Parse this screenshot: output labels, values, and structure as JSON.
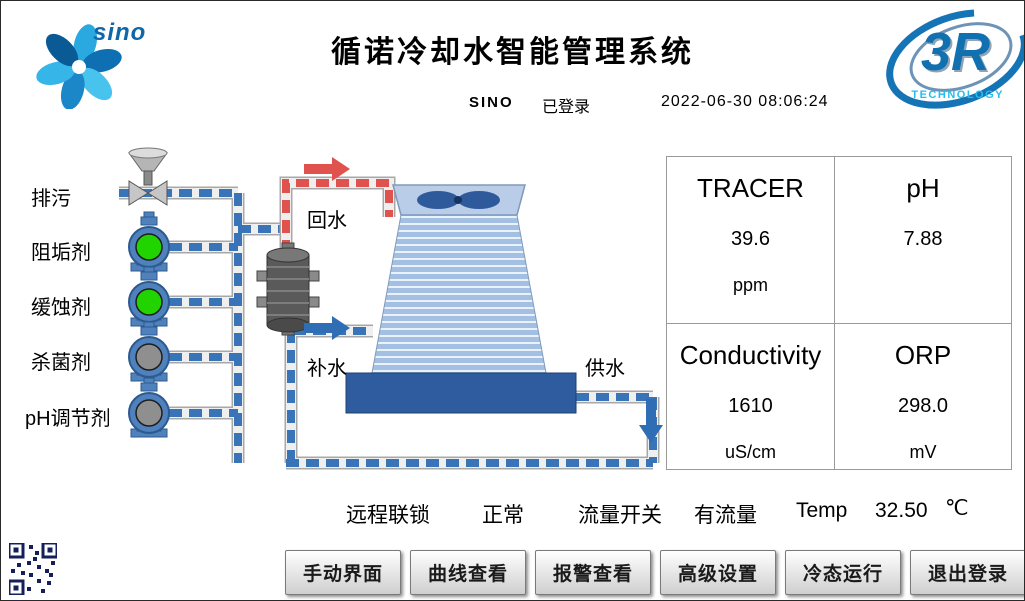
{
  "header": {
    "title": "循诺冷却水智能管理系统",
    "user": "SINO",
    "login_status": "已登录",
    "datetime": "2022-06-30 08:06:24"
  },
  "logos": {
    "sino_text": "sino",
    "r3_text": "3R",
    "r3_sub": "TECHNOLOGY"
  },
  "chemicals": [
    {
      "label": "排污",
      "type": "drain-valve"
    },
    {
      "label": "阻垢剂",
      "state": "running",
      "state_color": "#21d400"
    },
    {
      "label": "缓蚀剂",
      "state": "running",
      "state_color": "#21d400"
    },
    {
      "label": "杀菌剂",
      "state": "stopped",
      "state_color": "#8f8f8f"
    },
    {
      "label": "pH调节剂",
      "state": "stopped",
      "state_color": "#8f8f8f"
    }
  ],
  "diagram": {
    "return_water_label": "回水",
    "makeup_water_label": "补水",
    "supply_water_label": "供水"
  },
  "colors": {
    "pipe_blue": "#3a74b8",
    "pipe_red": "#e0524d",
    "pump_on": "#21d400",
    "pump_off": "#8f8f8f",
    "basin_blue": "#2e5c9e"
  },
  "panel": {
    "cells": [
      {
        "name": "TRACER",
        "value": "39.6",
        "unit": "ppm"
      },
      {
        "name": "pH",
        "value": "7.88",
        "unit": ""
      },
      {
        "name": "Conductivity",
        "value": "1610",
        "unit": "uS/cm"
      },
      {
        "name": "ORP",
        "value": "298.0",
        "unit": "mV"
      }
    ]
  },
  "status": {
    "interlock_label": "远程联锁",
    "interlock_value": "正常",
    "flow_label": "流量开关",
    "flow_value": "有流量",
    "temp_label": "Temp",
    "temp_value": "32.50",
    "temp_unit": "℃"
  },
  "buttons": [
    {
      "label": "手动界面"
    },
    {
      "label": "曲线查看"
    },
    {
      "label": "报警查看"
    },
    {
      "label": "高级设置"
    },
    {
      "label": "冷态运行"
    },
    {
      "label": "退出登录"
    }
  ]
}
